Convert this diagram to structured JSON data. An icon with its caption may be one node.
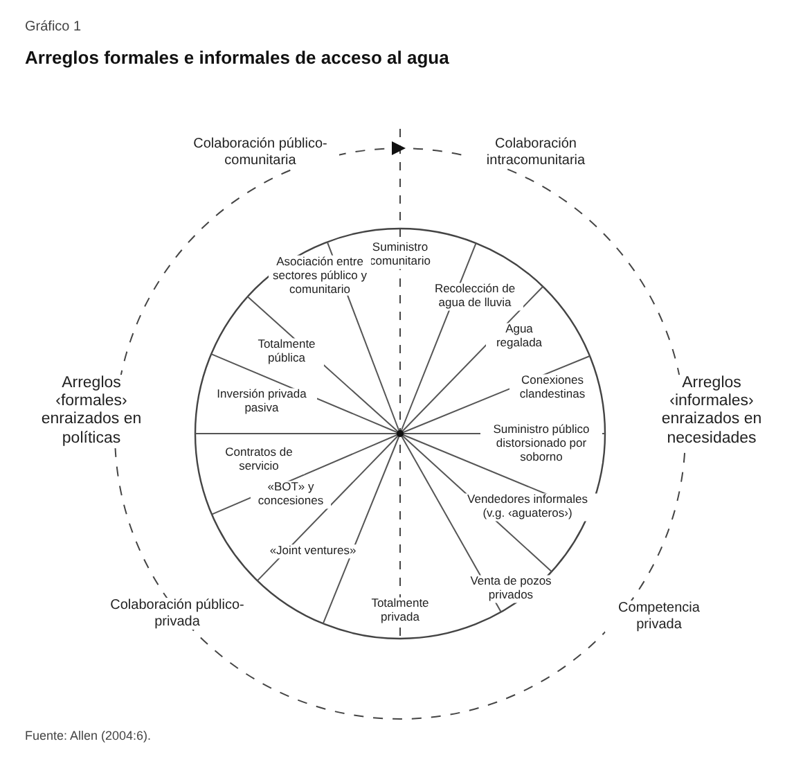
{
  "diagram": {
    "title": "Arreglos formales e informales de acceso al agua",
    "caption": "Fuente: Allen (2004:6).",
    "labels": [
      "Gráfico 1",
      "Colaboración público-comunitaria",
      "Colaboración intracomunitaria",
      "Suministro comunitario",
      "Asociación entre sectores público y comunitario",
      "Recolección de agua de lluvia",
      "Totalmente pública",
      "Agua regalada",
      "Inversión privada pasiva",
      "Conexiones clandestinas",
      "Arreglos ‹formales› enraizados en políticas",
      "Arreglos ‹informales› enraizados en necesidades",
      "Suministro público distorsionado por soborno",
      "Contratos de servicio",
      "«BOT» y concesiones",
      "Vendedores informales (v.g. ‹aguateros›)",
      "«Joint ventures»",
      "Venta de pozos privados",
      "Colaboración público-privada",
      "Totalmente privada",
      "Competencia privada"
    ]
  }
}
